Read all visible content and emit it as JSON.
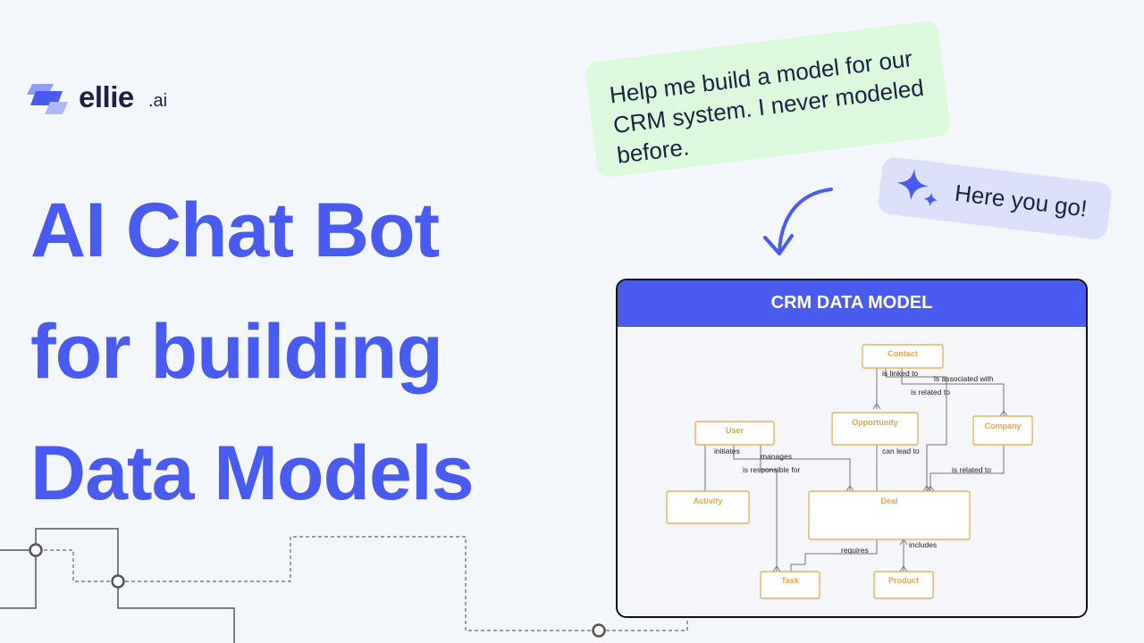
{
  "brand": {
    "name": "ellie",
    "suffix": ".ai",
    "colors": {
      "primary": "#4a5cf0",
      "secondary": "#8e9ef7"
    }
  },
  "headline": {
    "lines": [
      "AI Chat Bot",
      "for building",
      "Data Models"
    ],
    "color": "#4a5cf0"
  },
  "chat": {
    "user_message": "Help me build a model for our CRM system. I never modeled before.",
    "bot_message": "Here you go!",
    "bot_icon": "sparkle-icon",
    "user_bubble_color": "#dcf8dd",
    "bot_bubble_color": "#dce0fb"
  },
  "diagram": {
    "title": "CRM DATA MODEL",
    "header_color": "#4a5cf0",
    "entity_color": "#e8a54a",
    "entities": {
      "contact": "Contact",
      "user": "User",
      "opportunity": "Opportunity",
      "company": "Company",
      "activity": "Activity",
      "deal": "Deal",
      "task": "Task",
      "product": "Product"
    },
    "relationships": {
      "is_linked_to": "is linked to",
      "is_associated_with": "is associated with",
      "is_related_to_top": "is related to",
      "initiates": "initiates",
      "manages": "manages",
      "is_responsible_for": "is responsible for",
      "can_lead_to": "can lead to",
      "is_related_to_bottom": "is related to",
      "requires": "requires",
      "includes": "includes"
    }
  }
}
